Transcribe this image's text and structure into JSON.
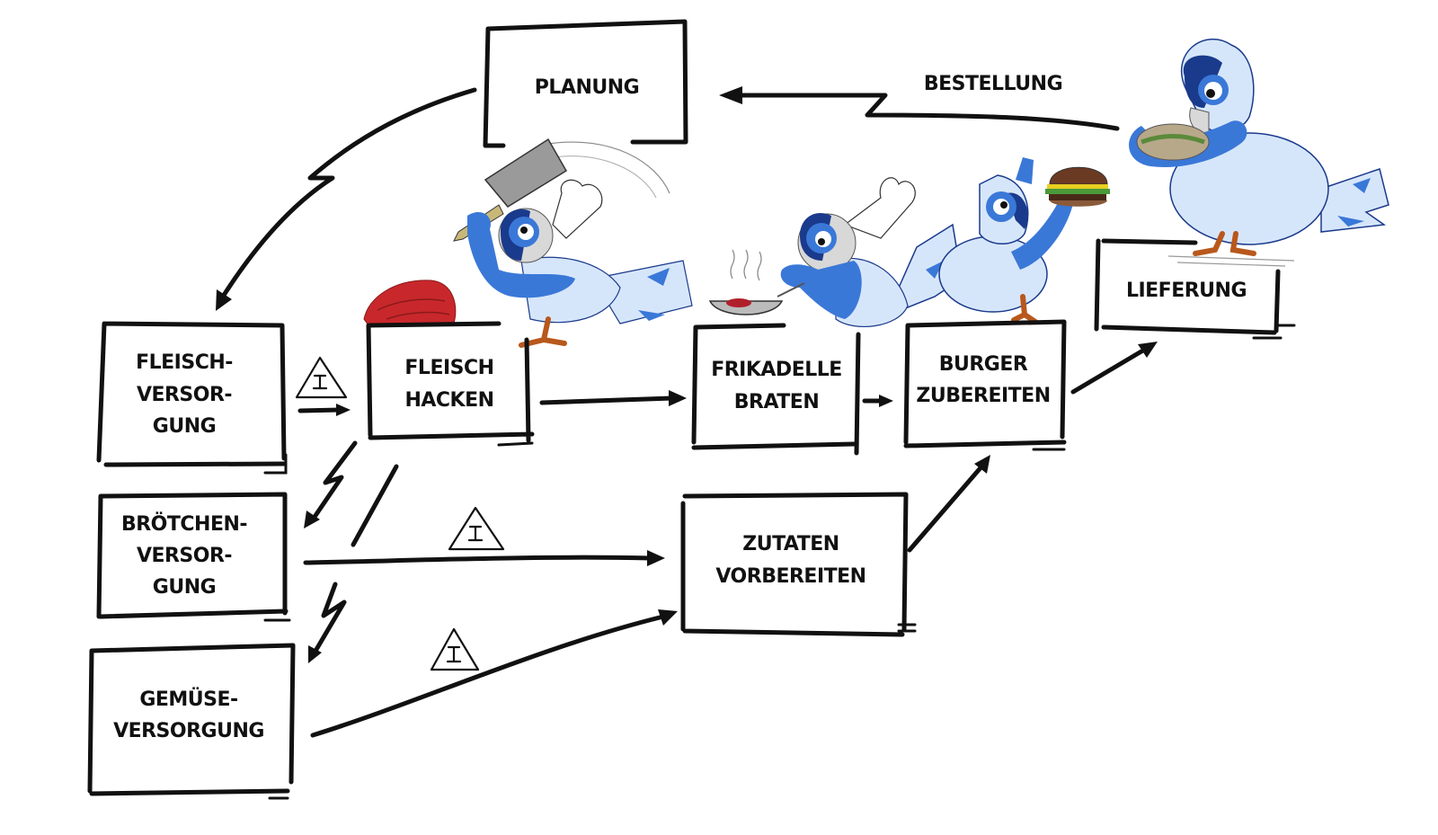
{
  "diagram": {
    "type": "value-stream-flow",
    "theme_colors": {
      "ink": "#111111",
      "bird_blue": "#3a78d8",
      "bird_dark_blue": "#1a3a8c",
      "bird_light_blue": "#d6e6fa",
      "beak_grey": "#d8d8d8",
      "meat_red": "#c8282c",
      "feet_orange": "#b8581c"
    },
    "nodes": [
      {
        "id": "planung",
        "lines": [
          "PLANUNG"
        ]
      },
      {
        "id": "fleisch_versorgung",
        "lines": [
          "FLEISCH-",
          "VERSOR-",
          "GUNG"
        ]
      },
      {
        "id": "broetchen_versorgung",
        "lines": [
          "BRÖTCHEN-",
          "VERSOR-",
          "GUNG"
        ]
      },
      {
        "id": "gemuese_versorgung",
        "lines": [
          "GEMÜSE-",
          "VERSORGUNG"
        ]
      },
      {
        "id": "fleisch_hacken",
        "lines": [
          "FLEISCH",
          "HACKEN"
        ]
      },
      {
        "id": "frikadelle_braten",
        "lines": [
          "FRIKADELLE",
          "BRATEN"
        ]
      },
      {
        "id": "burger_zubereiten",
        "lines": [
          "BURGER",
          "ZUBEREITEN"
        ]
      },
      {
        "id": "zutaten_vorbereiten",
        "lines": [
          "ZUTATEN",
          "VORBEREITEN"
        ]
      },
      {
        "id": "lieferung",
        "lines": [
          "LIEFERUNG"
        ]
      }
    ],
    "edges": [
      {
        "from": "lieferung",
        "to": "planung",
        "kind": "information",
        "label": "BESTELLUNG"
      },
      {
        "from": "planung",
        "to": "fleisch_versorgung",
        "kind": "information"
      },
      {
        "from": "fleisch_versorgung",
        "to": "fleisch_hacken",
        "kind": "material",
        "inventory": true
      },
      {
        "from": "fleisch_hacken",
        "to": "frikadelle_braten",
        "kind": "material"
      },
      {
        "from": "frikadelle_braten",
        "to": "burger_zubereiten",
        "kind": "material"
      },
      {
        "from": "burger_zubereiten",
        "to": "lieferung",
        "kind": "material"
      },
      {
        "from": "broetchen_versorgung",
        "to": "zutaten_vorbereiten",
        "kind": "material",
        "inventory": true
      },
      {
        "from": "gemuese_versorgung",
        "to": "zutaten_vorbereiten",
        "kind": "material",
        "inventory": true
      },
      {
        "from": "zutaten_vorbereiten",
        "to": "burger_zubereiten",
        "kind": "material"
      },
      {
        "from": "fleisch_hacken",
        "to": "broetchen_versorgung",
        "kind": "information"
      },
      {
        "from": "broetchen_versorgung",
        "to": "gemuese_versorgung",
        "kind": "information"
      }
    ],
    "inventory_symbol": "I",
    "illustrations": [
      {
        "id": "chef-chopping",
        "description": "blue bird chef swinging a cleaver over raw meat"
      },
      {
        "id": "chef-frying",
        "description": "blue bird chef frying a patty in a pan"
      },
      {
        "id": "bird-holding-burger",
        "description": "blue bird holding up a burger"
      },
      {
        "id": "bird-eating",
        "description": "blue bird eating a burger on top of the delivery box"
      }
    ]
  }
}
